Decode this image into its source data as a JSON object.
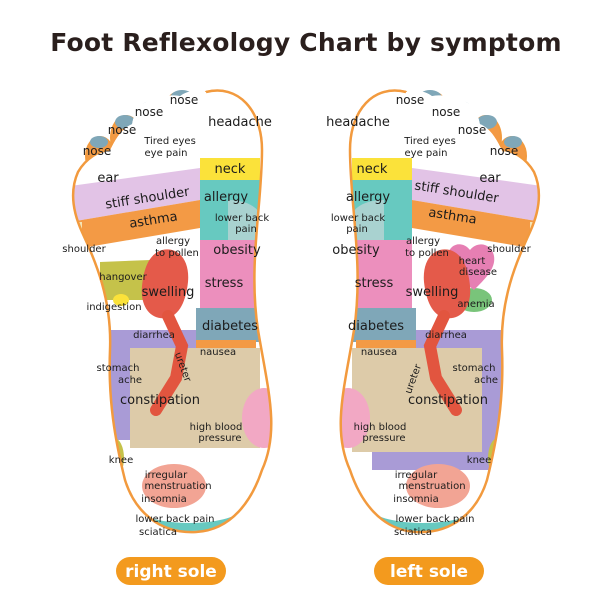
{
  "title": "Foot Reflexology Chart by symptom",
  "colors": {
    "outline": "#f29a3e",
    "pill": "#f39a1e",
    "pink": "#ec8fbd",
    "green": "#79c47a",
    "blue_gray": "#7fa7b8",
    "yellow": "#fbe23a",
    "lavender": "#e2c3e6",
    "orange": "#f39a45",
    "teal": "#67c9c0",
    "olive": "#c5c24a",
    "red": "#e45a4a",
    "purple": "#a99bd6",
    "tan": "#ddcba9",
    "salmon": "#f2a494"
  },
  "right_sole": {
    "caption": "right sole",
    "labels": {
      "nose_1": "nose",
      "nose_2": "nose",
      "nose_3": "nose",
      "nose_4": "nose",
      "headache": "headache",
      "tired_eyes_1": "Tired eyes",
      "tired_eyes_2": "eye pain",
      "ear": "ear",
      "neck": "neck",
      "stiff_shoulder": "stiff shoulder",
      "asthma": "asthma",
      "allergy": "allergy",
      "lower_back_1": "lower back",
      "lower_back_2": "pain",
      "shoulder": "shoulder",
      "pollen_1": "allergy",
      "pollen_2": "to pollen",
      "obesity": "obesity",
      "hangover": "hangover",
      "stress": "stress",
      "swelling": "swelling",
      "indigestion": "indigestion",
      "diabetes": "diabetes",
      "diarrhea": "diarrhea",
      "nausea": "nausea",
      "ureter": "ureter",
      "stomach_1": "stomach",
      "stomach_2": "ache",
      "constipation": "constipation",
      "blood_1": "high blood",
      "blood_2": "pressure",
      "knee": "knee",
      "irregular_1": "irregular",
      "irregular_2": "menstruation",
      "insomnia": "insomnia",
      "lower_back_pain": "lower back pain",
      "sciatica": "sciatica"
    }
  },
  "left_sole": {
    "caption": "left sole",
    "labels": {
      "nose_1": "nose",
      "nose_2": "nose",
      "nose_3": "nose",
      "nose_4": "nose",
      "headache": "headache",
      "tired_eyes_1": "Tired eyes",
      "tired_eyes_2": "eye pain",
      "ear": "ear",
      "neck": "neck",
      "stiff_shoulder": "stiff shoulder",
      "asthma": "asthma",
      "allergy": "allergy",
      "lower_back_1": "lower back",
      "lower_back_2": "pain",
      "shoulder": "shoulder",
      "pollen_1": "allergy",
      "pollen_2": "to pollen",
      "heart_1": "heart",
      "heart_2": "disease",
      "obesity": "obesity",
      "stress": "stress",
      "swelling": "swelling",
      "anemia": "anemia",
      "diabetes": "diabetes",
      "diarrhea": "diarrhea",
      "nausea": "nausea",
      "ureter": "ureter",
      "stomach_1": "stomach",
      "stomach_2": "ache",
      "constipation": "constipation",
      "blood_1": "high blood",
      "blood_2": "pressure",
      "knee": "knee",
      "irregular_1": "irregular",
      "irregular_2": "menstruation",
      "insomnia": "insomnia",
      "lower_back_pain": "lower back pain",
      "sciatica": "sciatica"
    }
  }
}
